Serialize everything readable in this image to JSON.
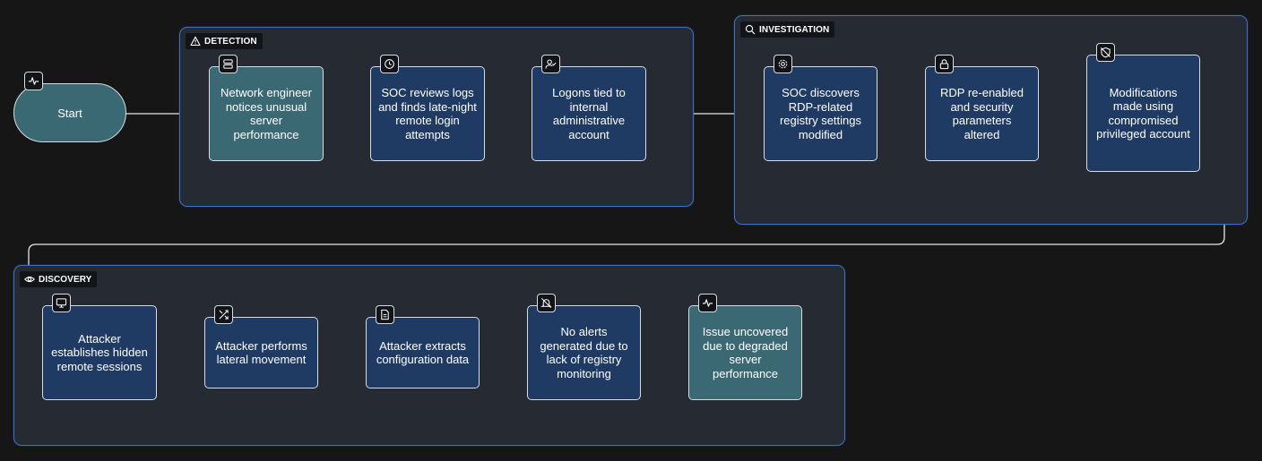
{
  "start": {
    "label": "Start",
    "icon": "activity-icon"
  },
  "groups": {
    "detection": {
      "label": "DETECTION",
      "icon": "warning-triangle-icon",
      "nodes": [
        {
          "text": "Network engineer notices unusual server performance",
          "icon": "server-icon"
        },
        {
          "text": "SOC reviews logs and finds late-night remote login attempts",
          "icon": "clock-icon"
        },
        {
          "text": "Logons tied to internal administrative account",
          "icon": "user-check-icon"
        }
      ]
    },
    "investigation": {
      "label": "INVESTIGATION",
      "icon": "search-icon",
      "nodes": [
        {
          "text": "SOC discovers RDP-related registry settings modified",
          "icon": "gear-icon"
        },
        {
          "text": "RDP re-enabled and security parameters altered",
          "icon": "lock-icon"
        },
        {
          "text": "Modifications made using compromised privileged account",
          "icon": "shield-off-icon"
        }
      ]
    },
    "discovery": {
      "label": "DISCOVERY",
      "icon": "eye-icon",
      "nodes": [
        {
          "text": "Attacker establishes hidden remote sessions",
          "icon": "monitor-icon"
        },
        {
          "text": "Attacker performs lateral movement",
          "icon": "shuffle-icon"
        },
        {
          "text": "Attacker extracts configuration data",
          "icon": "document-icon"
        },
        {
          "text": "No alerts generated due to lack of registry monitoring",
          "icon": "bell-off-icon"
        },
        {
          "text": "Issue uncovered due to degraded server performance",
          "icon": "activity-icon"
        }
      ]
    }
  },
  "colors": {
    "background": "#161616",
    "group_fill": "#252a33",
    "group_border": "#3d6fc4",
    "node_blue": "#1f3a63",
    "node_teal": "#3a6873",
    "node_border": "#d9dde3",
    "connector": "#e6e6e6"
  }
}
